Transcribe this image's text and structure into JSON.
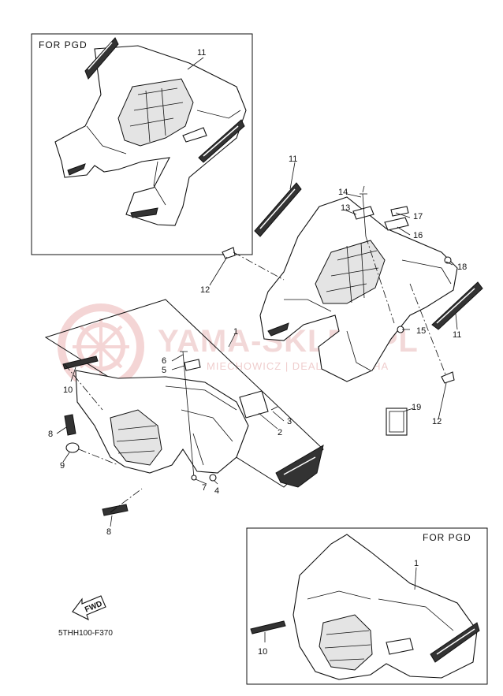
{
  "watermark": {
    "brand": "YAMA-SKLEP.PL",
    "tagline": "MIECHOWICZ | DEALER YAMAHA",
    "color": "#e9b9b9"
  },
  "boxes": {
    "top_left": {
      "title": "FOR  PGD",
      "callouts": [
        "11"
      ]
    },
    "bottom_right": {
      "title": "FOR  PGD",
      "callouts": [
        "1",
        "10"
      ]
    }
  },
  "callouts": {
    "c1": "1",
    "c2": "2",
    "c3": "3",
    "c4": "4",
    "c5": "5",
    "c6": "6",
    "c7": "7",
    "c8a": "8",
    "c8b": "8",
    "c9": "9",
    "c10": "10",
    "c11a": "11",
    "c11b": "11",
    "c12a": "12",
    "c12b": "12",
    "c13": "13",
    "c14": "14",
    "c15": "15",
    "c16": "16",
    "c17": "17",
    "c18": "18",
    "c19": "19"
  },
  "fwd_label": "FWD",
  "drawing_code": "5THH100-F370"
}
